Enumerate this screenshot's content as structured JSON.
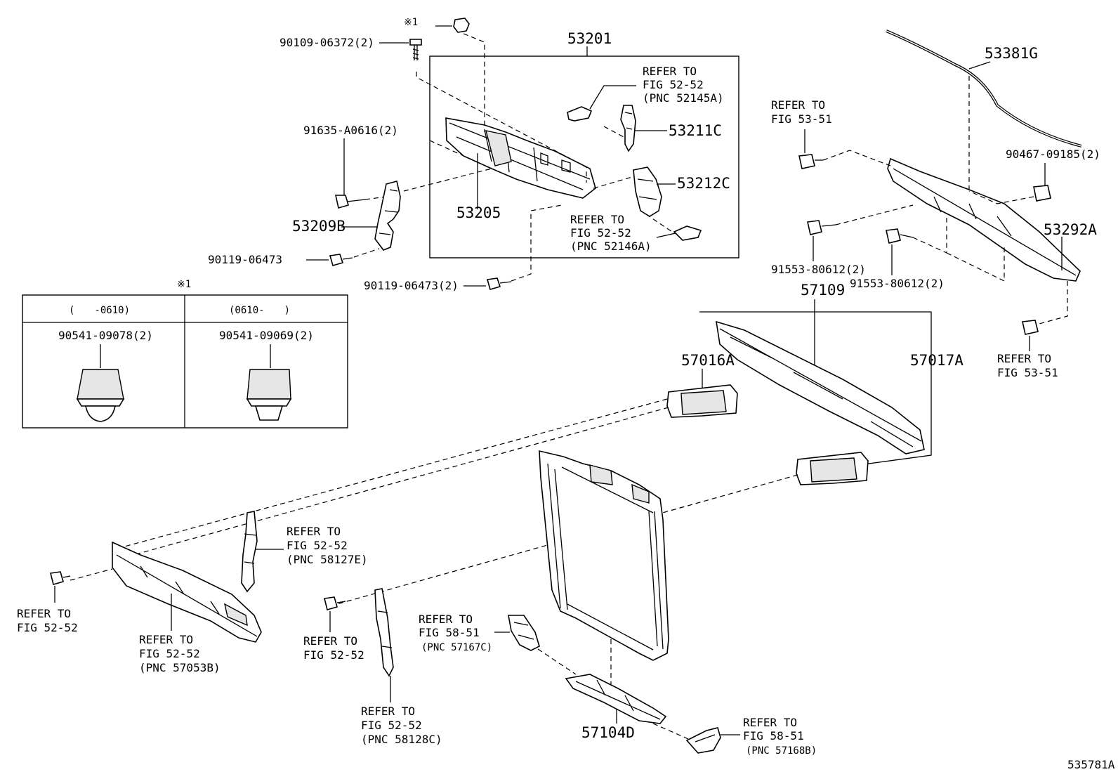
{
  "drawing_id": "535781A",
  "parts": {
    "p53201": "53201",
    "p53205": "53205",
    "p53211C": "53211C",
    "p53212C": "53212C",
    "p53209B": "53209B",
    "p53381G": "53381G",
    "p53292A": "53292A",
    "p57109": "57109",
    "p57016A": "57016A",
    "p57017A": "57017A",
    "p57104D": "57104D"
  },
  "fasteners": {
    "f_90109": "90109-06372(2)",
    "f_91635": "91635-A0616(2)",
    "f_90119a": "90119-06473",
    "f_90119b": "90119-06473(2)",
    "f_90467": "90467-09185(2)",
    "f_91553a": "91553-80612(2)",
    "f_91553b": "91553-80612(2)"
  },
  "note_mark": "※1",
  "inset": {
    "mark": "※1",
    "col1_header": "(　　-0610)",
    "col2_header": "(0610-　　)",
    "col1_part": "90541-09078(2)",
    "col2_part": "90541-09069(2)"
  },
  "refs": {
    "r52145A": [
      "REFER TO",
      "FIG 52-52",
      "(PNC 52145A)"
    ],
    "r52146A": [
      "REFER TO",
      "FIG 52-52",
      "(PNC 52146A)"
    ],
    "r5351a": [
      "REFER TO",
      "FIG 53-51"
    ],
    "r5351b": [
      "REFER TO",
      "FIG 53-51"
    ],
    "r58127E": [
      "REFER TO",
      "FIG 52-52",
      "(PNC 58127E)"
    ],
    "r5252a": [
      "REFER TO",
      "FIG 52-52"
    ],
    "r57053B": [
      "REFER TO",
      "FIG 52-52",
      "(PNC 57053B)"
    ],
    "r5252b": [
      "REFER TO",
      "FIG 52-52"
    ],
    "r58128C": [
      "REFER TO",
      "FIG 52-52",
      "(PNC 58128C)"
    ],
    "r57167C": [
      "REFER TO",
      "FIG 58-51",
      "(PNC 57167C)"
    ],
    "r57168B": [
      "REFER TO",
      "FIG 58-51",
      "(PNC 57168B)"
    ]
  }
}
